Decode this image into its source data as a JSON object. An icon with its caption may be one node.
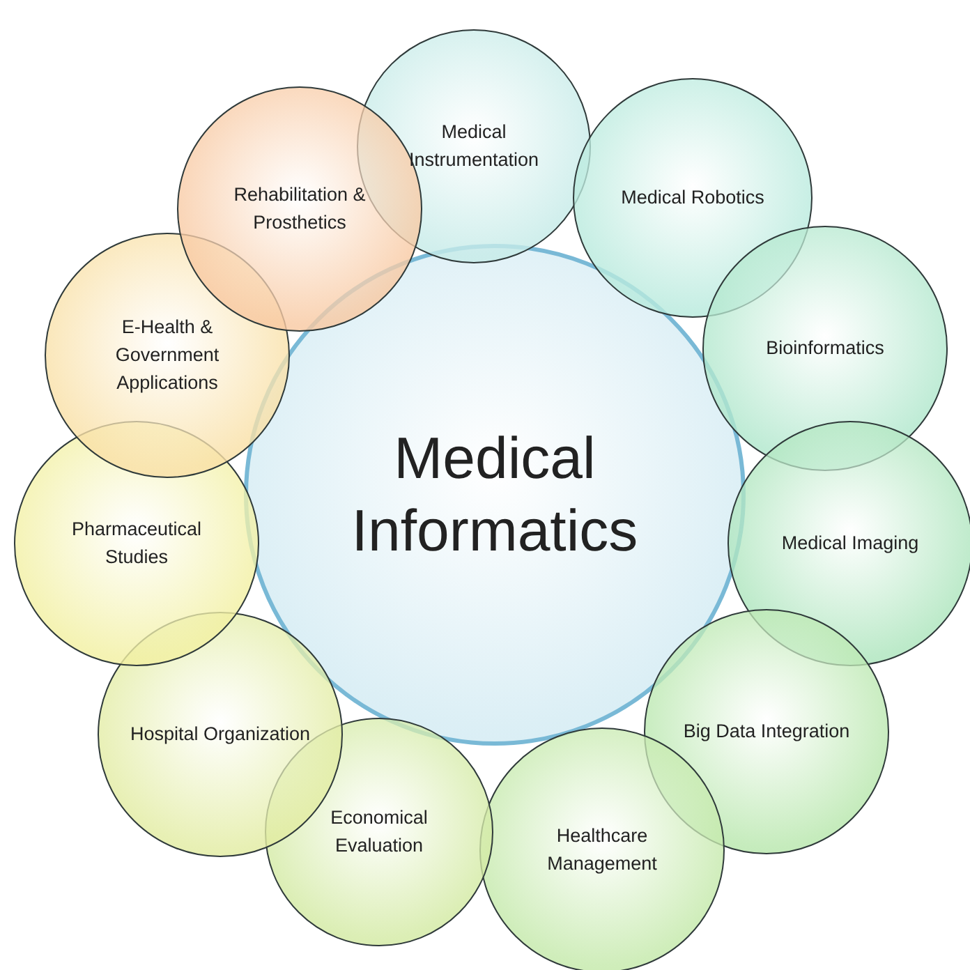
{
  "diagram": {
    "nodes": [
      {
        "text": [
          "Medical Informatics"
        ]
      },
      {
        "text": [
          "Medical Instrumentation"
        ]
      },
      {
        "text": [
          "Medical Robotics"
        ]
      },
      {
        "text": [
          "Bioinformatics"
        ]
      },
      {
        "text": [
          "Medical Imaging"
        ]
      },
      {
        "text": [
          "Big Data Integration"
        ]
      },
      {
        "text": [
          "Healthcare Management"
        ]
      },
      {
        "text": [
          "Economical Evaluation"
        ]
      },
      {
        "text": [
          "Hospital Organization"
        ]
      },
      {
        "text": [
          "Pharmaceutical Studies"
        ]
      },
      {
        "text": [
          "E-Health & Government Applications"
        ]
      },
      {
        "text": [
          "Rehabilitation & Prosthetics"
        ]
      }
    ]
  }
}
